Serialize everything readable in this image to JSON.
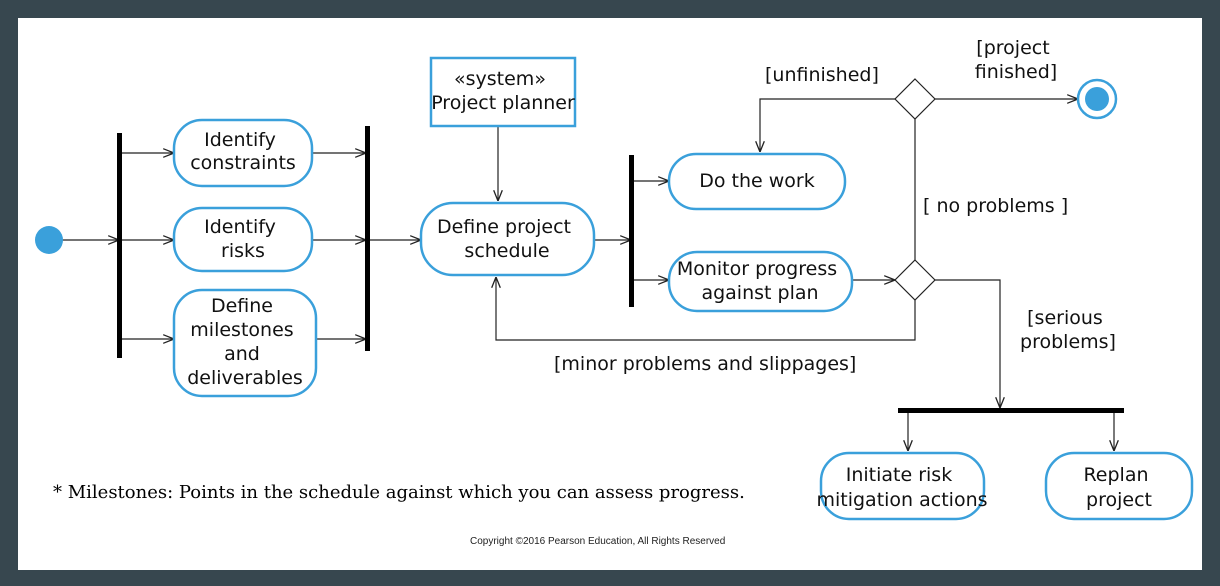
{
  "colors": {
    "background": "#37474f",
    "slide": "#ffffff",
    "node_stroke": "#3aa0db",
    "initial_node": "#3aa0db",
    "bar": "#000000"
  },
  "nodes": {
    "identify_constraints": [
      "Identify",
      "constraints"
    ],
    "identify_risks": [
      "Identify",
      "risks"
    ],
    "define_milestones": [
      "Define",
      "milestones",
      "and",
      "deliverables"
    ],
    "system_box": [
      "«system»",
      "Project planner"
    ],
    "define_schedule": [
      "Define project",
      "schedule"
    ],
    "do_work": [
      "Do the work"
    ],
    "monitor_progress": [
      "Monitor progress",
      "against plan"
    ],
    "initiate_risk": [
      "Initiate risk",
      "mitigation actions"
    ],
    "replan": [
      "Replan",
      "project"
    ]
  },
  "guards": {
    "project_finished": [
      "[project",
      "finished]"
    ],
    "unfinished": "[unfinished]",
    "no_problems": "[ no problems ]",
    "serious_problems": [
      "[serious",
      "problems]"
    ],
    "minor_problems": "[minor problems and slippages]"
  },
  "footnote": "* Milestones: Points in the schedule against which you can assess progress.",
  "copyright": "Copyright ©2016 Pearson Education, All Rights Reserved"
}
